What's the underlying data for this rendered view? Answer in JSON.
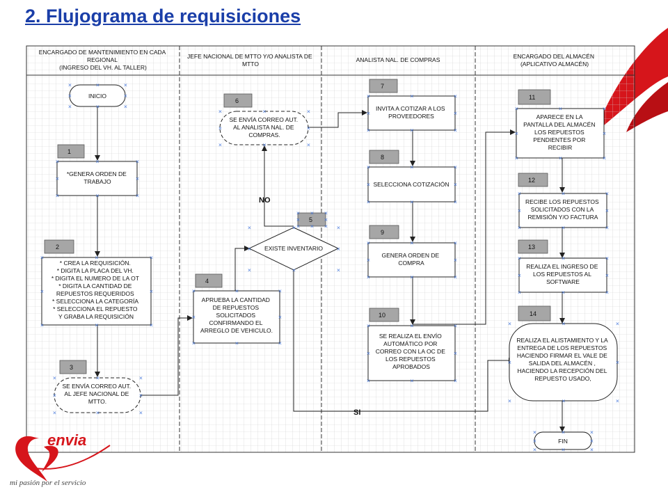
{
  "title": "2. Flujograma de requisiciones",
  "colors": {
    "title": "#1a3ea8",
    "brand_red": "#d6151b",
    "node_grey": "#a6a6a6",
    "grid": "#c8c8c8"
  },
  "lanes": [
    {
      "id": "lane1",
      "lines": [
        "ENCARGADO DE MANTENIMIENTO EN CADA",
        "REGIONAL",
        "(INGRESO DEL VH. AL TALLER)"
      ]
    },
    {
      "id": "lane2",
      "lines": [
        "JEFE NACIONAL DE MTTO Y/O ANALISTA DE",
        "MTTO"
      ]
    },
    {
      "id": "lane3",
      "lines": [
        "ANALISTA NAL. DE COMPRAS"
      ]
    },
    {
      "id": "lane4",
      "lines": [
        "ENCARGADO DEL ALMACÉN",
        "(APLICATIVO ALMACÉN)"
      ]
    }
  ],
  "nodes": [
    {
      "id": "inicio",
      "shape": "terminal",
      "lines": [
        "INICIO"
      ]
    },
    {
      "id": "n1",
      "number": "1",
      "shape": "process",
      "lines": [
        "*GENERA ORDEN DE",
        "TRABAJO"
      ]
    },
    {
      "id": "n2",
      "number": "2",
      "shape": "process",
      "lines": [
        "* CREA LA REQUISICIÓN.",
        "* DIGITA LA PLACA DEL VH.",
        "* DIGITA EL NUMERO DE LA OT",
        "* DIGITA LA CANTIDAD DE",
        "REPUESTOS REQUERIDOS",
        "* SELECCIONA LA CATEGORÍA",
        "* SELECCIONA EL REPUESTO",
        "Y GRABA LA REQUISICIÓN"
      ]
    },
    {
      "id": "n3",
      "number": "3",
      "shape": "dashed-terminal",
      "lines": [
        "SE ENVÍA CORREO AUT.",
        "AL JEFE NACIONAL DE",
        "MTTO."
      ]
    },
    {
      "id": "n4",
      "number": "4",
      "shape": "process",
      "lines": [
        "APRUEBA LA CANTIDAD",
        "DE REPUESTOS",
        "SOLICITADOS",
        "CONFIRMANDO EL",
        "ARREGLO DE VEHICULO."
      ]
    },
    {
      "id": "n5",
      "number": "5",
      "shape": "decision",
      "lines": [
        "EXISTE INVENTARIO"
      ]
    },
    {
      "id": "n6",
      "number": "6",
      "shape": "dashed-terminal",
      "lines": [
        "SE ENVÍA CORREO AUT.",
        "AL ANALISTA  NAL. DE",
        "COMPRAS."
      ]
    },
    {
      "id": "n7",
      "number": "7",
      "shape": "process",
      "lines": [
        "INVITA A COTIZAR A LOS",
        "PROVEEDORES"
      ]
    },
    {
      "id": "n8",
      "number": "8",
      "shape": "process",
      "lines": [
        "SELECCIONA COTIZACIÓN"
      ]
    },
    {
      "id": "n9",
      "number": "9",
      "shape": "process",
      "lines": [
        "GENERA ORDEN DE",
        "COMPRA"
      ]
    },
    {
      "id": "n10",
      "number": "10",
      "shape": "process",
      "lines": [
        "SE REALIZA EL ENVÍO",
        "AUTOMÁTICO POR",
        "CORREO CON LA OC DE",
        "LOS REPUESTOS",
        "APROBADOS"
      ]
    },
    {
      "id": "n11",
      "number": "11",
      "shape": "process",
      "lines": [
        "APARECE EN LA",
        "PANTALLA DEL ALMACÉN",
        "LOS REPUESTOS",
        "PENDIENTES POR",
        "RECIBIR"
      ]
    },
    {
      "id": "n12",
      "number": "12",
      "shape": "process",
      "lines": [
        "RECIBE LOS REPUESTOS",
        "SOLICITADOS CON LA",
        "REMISIÓN Y/O FACTURA"
      ]
    },
    {
      "id": "n13",
      "number": "13",
      "shape": "process",
      "lines": [
        "REALIZA EL INGRESO DE",
        "LOS REPUESTOS AL",
        "SOFTWARE"
      ]
    },
    {
      "id": "n14",
      "number": "14",
      "shape": "terminal",
      "lines": [
        "REALIZA EL ALISTAMIENTO Y LA",
        "ENTREGA DE LOS REPUESTOS",
        "HACIENDO FIRMAR EL VALE DE",
        "SALIDA DEL ALMACÉN ,",
        "HACIENDO LA RECEPCIÓN DEL",
        "REPUESTO USADO,"
      ]
    },
    {
      "id": "fin",
      "shape": "terminal",
      "lines": [
        "FIN"
      ]
    }
  ],
  "edge_labels": {
    "no": "NO",
    "si": "SI"
  },
  "logo": {
    "brand": "envia",
    "tagline": "mi pasión por el servicio"
  }
}
